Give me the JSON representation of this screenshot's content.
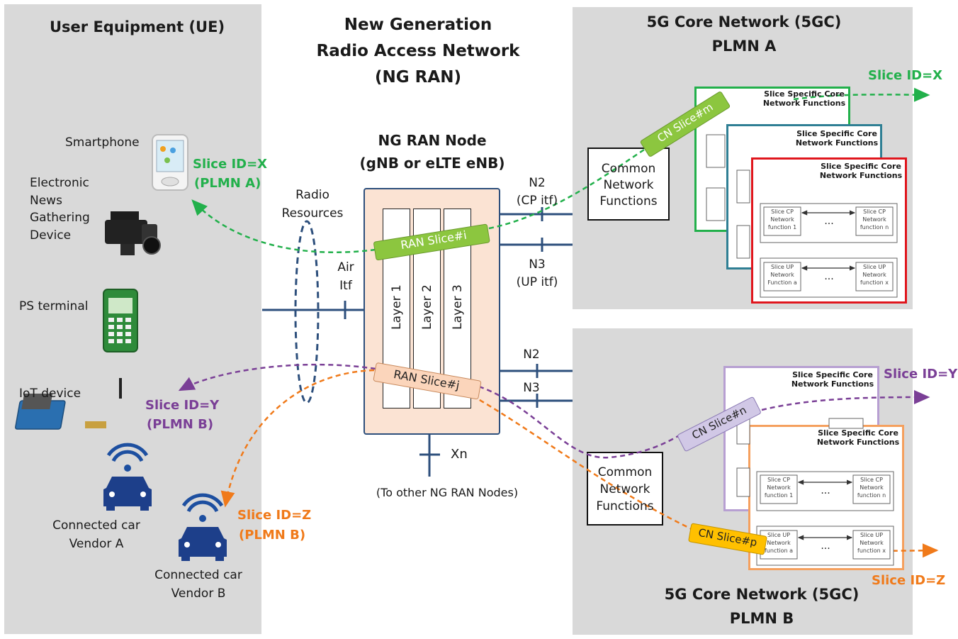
{
  "ue_panel": {
    "title": "User Equipment (UE)",
    "devices": {
      "smartphone": "Smartphone",
      "eng_line1": "Electronic",
      "eng_line2": "News",
      "eng_line3": "Gathering",
      "eng_line4": "Device",
      "ps_terminal": "PS terminal",
      "iot_device": "IoT device",
      "car_a_line1": "Connected car",
      "car_a_line2": "Vendor A",
      "car_b_line1": "Connected car",
      "car_b_line2": "Vendor B"
    },
    "slice_labels": {
      "x_line1": "Slice ID=X",
      "x_line2": "(PLMN A)",
      "y_line1": "Slice ID=Y",
      "y_line2": "(PLMN B)",
      "z_line1": "Slice ID=Z",
      "z_line2": "(PLMN B)"
    }
  },
  "ran": {
    "title_line1": "New Generation",
    "title_line2": "Radio Access Network",
    "title_line3": "(NG RAN)",
    "node_line1": "NG RAN Node",
    "node_line2": "(gNB or eLTE eNB)",
    "radio_line1": "Radio",
    "radio_line2": "Resources",
    "air_line1": "Air",
    "air_line2": "Itf",
    "layers": [
      "Layer 1",
      "Layer 2",
      "Layer 3"
    ],
    "ran_slice_i": "RAN Slice#i",
    "ran_slice_j": "RAN Slice#j",
    "n2_top": "N2",
    "n2_top_sub": "(CP itf)",
    "n3_top": "N3",
    "n3_top_sub": "(UP itf)",
    "n2_bottom": "N2",
    "n3_bottom": "N3",
    "xn": "Xn",
    "xn_note": "(To other NG RAN Nodes)"
  },
  "core_a": {
    "title_line1": "5G Core Network (5GC)",
    "title_line2": "PLMN A",
    "slice_id": "Slice ID=X",
    "common_line1": "Common",
    "common_line2": "Network",
    "common_line3": "Functions",
    "cn_slice": "CN Slice#m",
    "ssf_line1": "Slice Specific Core",
    "ssf_line2": "Network Functions",
    "cp_fn1": [
      "Slice CP",
      "Network",
      "function 1"
    ],
    "cp_fnn": [
      "Slice CP",
      "Network",
      "function n"
    ],
    "up_fna": [
      "Slice UP",
      "Network",
      "Function a"
    ],
    "up_fnx": [
      "Slice UP",
      "Network",
      "function x"
    ],
    "dots": "..."
  },
  "core_b": {
    "title_line1": "5G Core Network (5GC)",
    "title_line2": "PLMN B",
    "slice_id_y": "Slice ID=Y",
    "slice_id_z": "Slice ID=Z",
    "common_line1": "Common",
    "common_line2": "Network",
    "common_line3": "Functions",
    "cn_slice_n": "CN Slice#n",
    "cn_slice_p": "CN Slice#p",
    "ssf_line1": "Slice Specific Core",
    "ssf_line2": "Network Functions",
    "cp_fn1": [
      "Slice CP",
      "Network",
      "function 1"
    ],
    "cp_fnn": [
      "Slice CP",
      "Network",
      "function n"
    ],
    "up_fna": [
      "Slice UP",
      "Network",
      "function a"
    ],
    "up_fnx": [
      "Slice UP",
      "Network",
      "function x"
    ],
    "dots": "..."
  },
  "colors": {
    "green": "#22b04b",
    "purple": "#7a3f96",
    "orange": "#f07a1a",
    "red": "#e0161d",
    "teal": "#2f7f94",
    "lavender": "#b79fd2",
    "navy": "#2d4f7c",
    "ran_fill": "#fbe3d3"
  }
}
